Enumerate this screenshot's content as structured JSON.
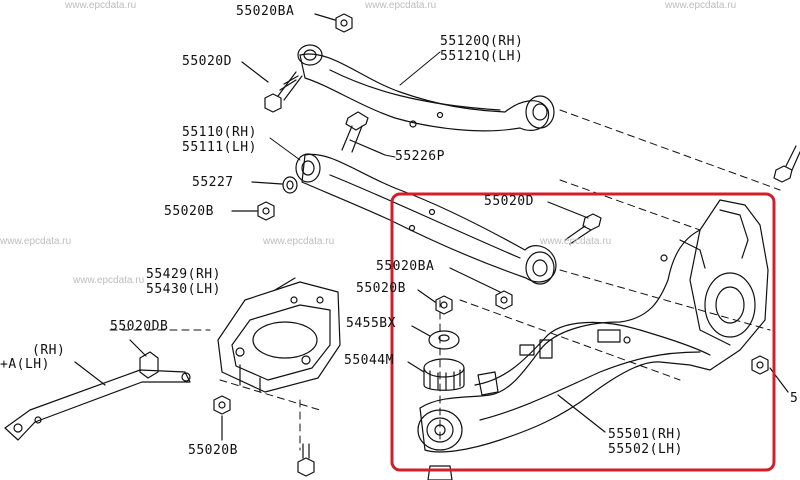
{
  "watermark": "www.epcdata.ru",
  "labels": {
    "p55020BA_top": "55020BA",
    "p55020D_top": "55020D",
    "p55120Q": "55120Q(RH)",
    "p55121Q": "55121Q(LH)",
    "p55110": "55110(RH)",
    "p55111": "55111(LH)",
    "p55226P": "55226P",
    "p55227": "55227",
    "p55020B_left": "55020B",
    "p55020D_mid": "55020D",
    "p55020BA_mid": "55020BA",
    "p55429": "55429(RH)",
    "p55430": "55430(LH)",
    "p55020B_mid": "55020B",
    "p5455BX": "5455BX",
    "p55044M": "55044M",
    "p55020DB": "55020DB",
    "rh": "(RH)",
    "a_lh": "+A(LH)",
    "p55020B_bottom": "55020B",
    "p55501": "55501(RH)",
    "p55502": "55502(LH)",
    "right_edge": "5"
  },
  "colors": {
    "highlight": "#d41c2a",
    "ink": "#111111",
    "watermark": "#bdbdbd"
  }
}
